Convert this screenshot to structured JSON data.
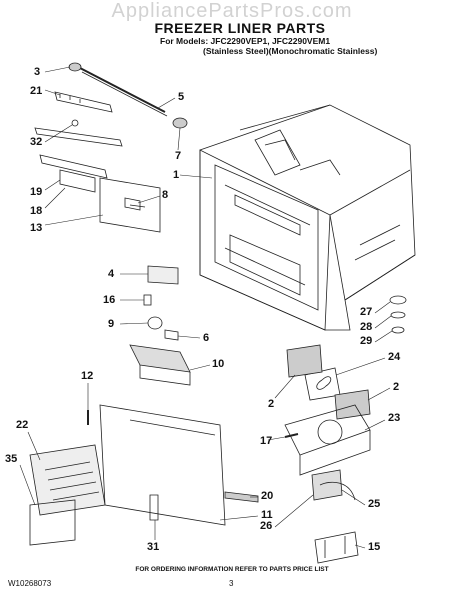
{
  "watermark": "AppliancePartsPros.com",
  "header": {
    "title": "FREEZER LINER PARTS",
    "models_line": "For Models: JFC2290VEP1, JFC2290VEM1",
    "variants_line": "(Stainless Steel)(Monochromatic Stainless)"
  },
  "callouts": [
    "3",
    "21",
    "5",
    "32",
    "7",
    "1",
    "19",
    "8",
    "18",
    "13",
    "4",
    "16",
    "9",
    "6",
    "10",
    "12",
    "22",
    "35",
    "20",
    "11",
    "31",
    "27",
    "28",
    "29",
    "24",
    "2",
    "2",
    "23",
    "17",
    "25",
    "26",
    "15"
  ],
  "footer": {
    "note": "FOR ORDERING INFORMATION REFER TO PARTS PRICE LIST",
    "doc_id": "W10268073",
    "page": "3"
  }
}
